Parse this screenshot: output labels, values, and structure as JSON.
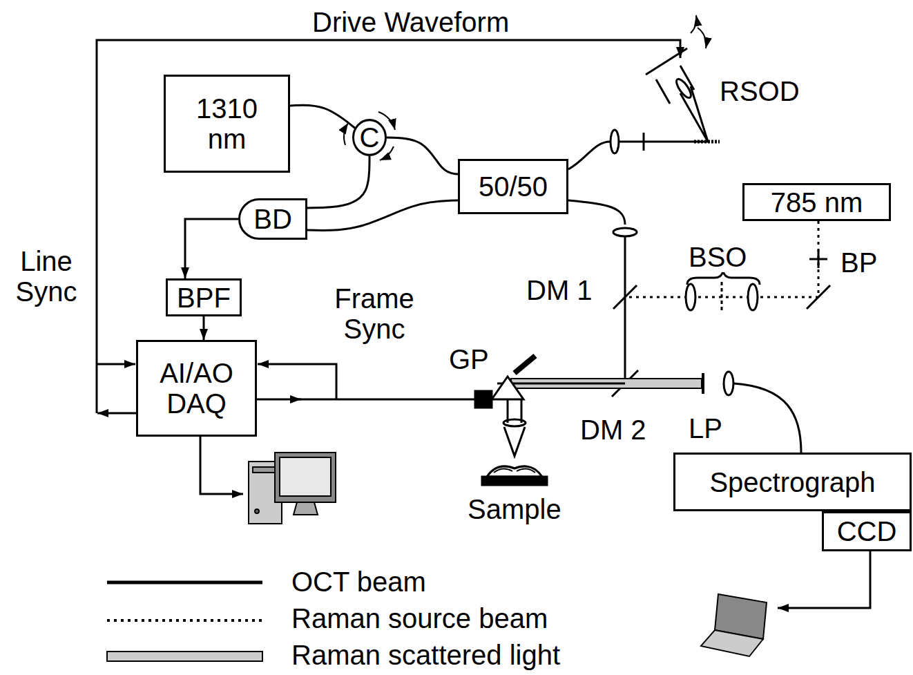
{
  "diagram": {
    "nodes": [
      {
        "text": [
          "1310 nm"
        ]
      },
      {
        "text": [
          "C"
        ]
      },
      {
        "text": [
          "50/50"
        ]
      },
      {
        "text": [
          "785 nm"
        ]
      },
      {
        "text": [
          "BD"
        ]
      },
      {
        "text": [
          "BPF"
        ]
      },
      {
        "text": [
          "AI/AO DAQ"
        ]
      },
      {
        "text": [
          "Spectrograph"
        ]
      },
      {
        "text": [
          "CCD"
        ]
      }
    ],
    "edges": [
      {
        "from": 0,
        "to": 1,
        "arrow": "none"
      },
      {
        "from": 1,
        "to": 2,
        "arrow": "none"
      },
      {
        "from": 1,
        "to": 4,
        "arrow": "none"
      },
      {
        "from": 2,
        "to": 4,
        "arrow": "none"
      },
      {
        "from": 4,
        "to": 5,
        "arrow": "to"
      },
      {
        "from": 5,
        "to": 6,
        "arrow": "to"
      }
    ],
    "labels": [
      "Drive Waveform",
      "RSOD",
      "Line Sync",
      "Frame Sync",
      "DM 1",
      "BSO",
      "BP",
      "GP",
      "DM 2",
      "LP",
      "Sample"
    ],
    "legend": [
      {
        "text": "OCT beam"
      },
      {
        "text": "Raman source beam"
      },
      {
        "text": "Raman scattered light"
      }
    ]
  }
}
